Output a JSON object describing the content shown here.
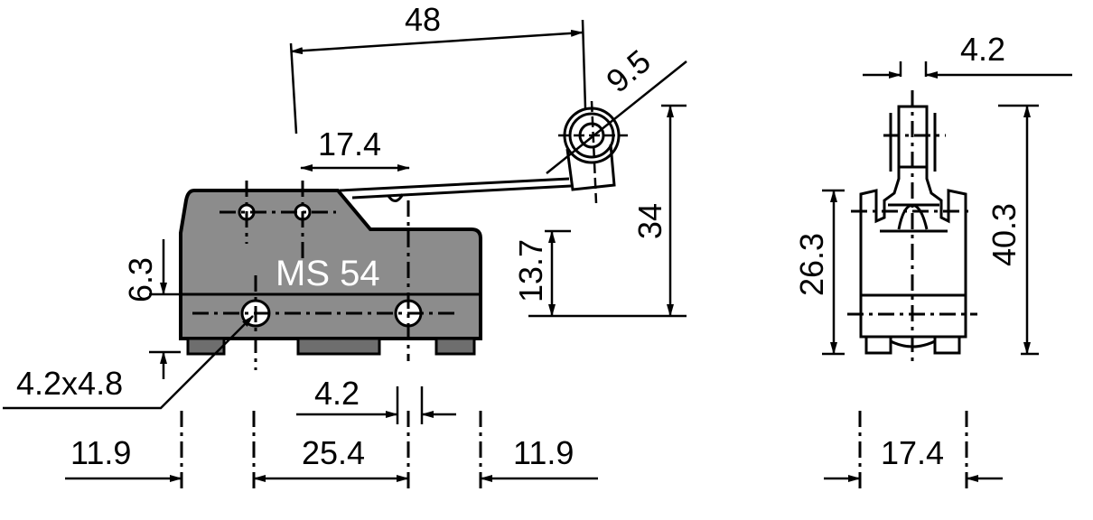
{
  "model_label": "MS 54",
  "side_view": {
    "dim_lever_length": "48",
    "dim_roller_dia": "9.5",
    "dim_top_holes": "17.4",
    "dim_total_height": "34",
    "dim_operating_height": "13.7",
    "dim_hole_offset": "6.3",
    "dim_slot": "4.2x4.8",
    "dim_small_gap": "4.2",
    "dim_left": "11.9",
    "dim_center": "25.4",
    "dim_right": "11.9"
  },
  "front_view": {
    "dim_roller_width": "4.2",
    "dim_total_height": "40.3",
    "dim_body_height": "26.3",
    "dim_width": "17.4"
  }
}
